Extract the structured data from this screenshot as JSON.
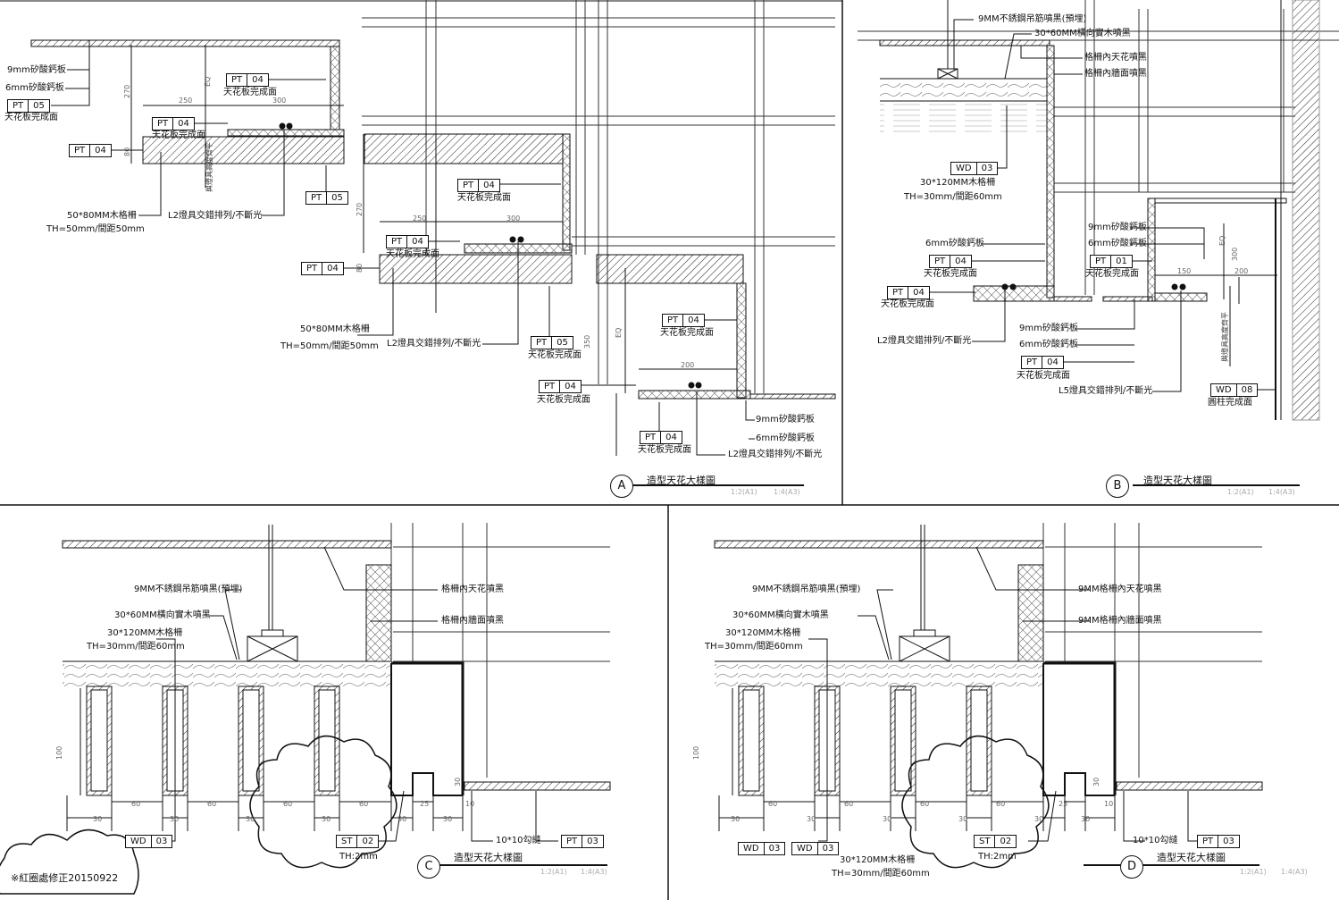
{
  "panels": {
    "A": {
      "mark": "A",
      "title": "造型天花大樣圖",
      "scale1": "1:2(A1)",
      "scale2": "1:4(A3)",
      "labels": [
        "9mm矽酸鈣板",
        "6mm矽酸鈣板",
        "50*80MM木格柵",
        "TH=50mm/間距50mm",
        "L2燈具交錯排列/不斷光",
        "50*80MM木格柵",
        "TH=50mm/間距50mm",
        "L2燈具交錯排列/不斷光",
        "9mm矽酸鈣板",
        "6mm矽酸鈣板",
        "L2燈具交錯排列/不斷光"
      ],
      "tags": [
        {
          "code": "PT",
          "num": "05",
          "caption": "天花板完成面"
        },
        {
          "code": "PT",
          "num": "04",
          "caption": "天花板完成面"
        },
        {
          "code": "PT",
          "num": "04",
          "caption": "天花板完成面"
        },
        {
          "code": "PT",
          "num": "04",
          "caption": ""
        },
        {
          "code": "PT",
          "num": "05",
          "caption": ""
        },
        {
          "code": "PT",
          "num": "04",
          "caption": "天花板完成面"
        },
        {
          "code": "PT",
          "num": "04",
          "caption": "天花板完成面"
        },
        {
          "code": "PT",
          "num": "04",
          "caption": ""
        },
        {
          "code": "PT",
          "num": "05",
          "caption": "天花板完成面"
        },
        {
          "code": "PT",
          "num": "04",
          "caption": "天花板完成面"
        },
        {
          "code": "PT",
          "num": "04",
          "caption": "天花板完成面"
        },
        {
          "code": "PT",
          "num": "04",
          "caption": "天花板完成面"
        }
      ],
      "dims": [
        "270",
        "80",
        "250",
        "300",
        "EQ",
        "270",
        "250",
        "300",
        "80",
        "EQ",
        "350",
        "200"
      ],
      "vertical_note": "與燈具高度齊平"
    },
    "B": {
      "mark": "B",
      "title": "造型天花大樣圖",
      "scale1": "1:2(A1)",
      "scale2": "1:4(A3)",
      "labels": [
        "9MM不銹鋼吊筋噴黑(預埋)",
        "30*60MM橫向實木噴黑",
        "格柵內天花噴黑",
        "格柵內牆面噴黑",
        "30*120MM木格柵",
        "TH=30mm/間距60mm",
        "6mm矽酸鈣板",
        "L2燈具交錯排列/不斷光",
        "9mm矽酸鈣板",
        "6mm矽酸鈣板",
        "L5燈具交錯排列/不斷光",
        "9mm矽酸鈣板",
        "6mm矽酸鈣板"
      ],
      "tags": [
        {
          "code": "WD",
          "num": "03",
          "caption": ""
        },
        {
          "code": "PT",
          "num": "04",
          "caption": "天花板完成面"
        },
        {
          "code": "PT",
          "num": "04",
          "caption": "天花板完成面"
        },
        {
          "code": "PT",
          "num": "04",
          "caption": "天花板完成面"
        },
        {
          "code": "PT",
          "num": "01",
          "caption": "天花板完成面"
        },
        {
          "code": "WD",
          "num": "08",
          "caption": "圓柱完成面"
        }
      ],
      "dims": [
        "150",
        "200",
        "300",
        "EQ"
      ],
      "vertical_note": "與燈具高度齊平"
    },
    "C": {
      "mark": "C",
      "title": "造型天花大樣圖",
      "scale1": "1:2(A1)",
      "scale2": "1:4(A3)",
      "labels": [
        "9MM不銹鋼吊筋噴黑(預埋)",
        "30*60MM橫向實木噴黑",
        "30*120MM木格柵",
        "TH=30mm/間距60mm",
        "格柵內天花噴黑",
        "格柵內牆面噴黑",
        "TH:2mm",
        "10*10勾縫"
      ],
      "tags": [
        {
          "code": "WD",
          "num": "03"
        },
        {
          "code": "ST",
          "num": "02"
        },
        {
          "code": "PT",
          "num": "03"
        }
      ],
      "dims": [
        "100",
        "60",
        "60",
        "60",
        "60",
        "30",
        "30",
        "30",
        "30",
        "30",
        "25",
        "30",
        "10",
        "30"
      ],
      "note": "※紅圈處修正20150922"
    },
    "D": {
      "mark": "D",
      "title": "造型天花大樣圖",
      "scale1": "1:2(A1)",
      "scale2": "1:4(A3)",
      "labels": [
        "9MM不銹鋼吊筋噴黑(預埋)",
        "30*60MM橫向實木噴黑",
        "30*120MM木格柵",
        "TH=30mm/間距60mm",
        "9MM格柵內天花噴黑",
        "9MM格柵內牆面噴黑",
        "30*120MM木格柵",
        "TH=30mm/間距60mm",
        "TH:2mm",
        "10*10勾縫"
      ],
      "tags": [
        {
          "code": "WD",
          "num": "03"
        },
        {
          "code": "WD",
          "num": "03"
        },
        {
          "code": "ST",
          "num": "02"
        },
        {
          "code": "PT",
          "num": "03"
        }
      ],
      "dims": [
        "100",
        "60",
        "60",
        "60",
        "60",
        "30",
        "30",
        "30",
        "30",
        "30",
        "25",
        "30",
        "10",
        "30"
      ]
    }
  }
}
